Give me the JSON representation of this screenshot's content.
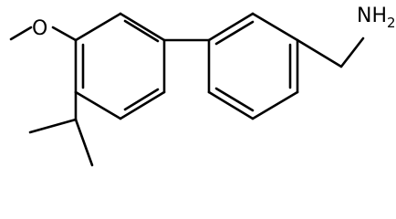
{
  "molecule": {
    "atoms": {
      "oxygen": "O",
      "amine": "NH2",
      "amine_main": "NH",
      "amine_subscript": "2"
    },
    "colors": {
      "bond": "#000000",
      "label": "#000000",
      "background": "#ffffff"
    }
  }
}
